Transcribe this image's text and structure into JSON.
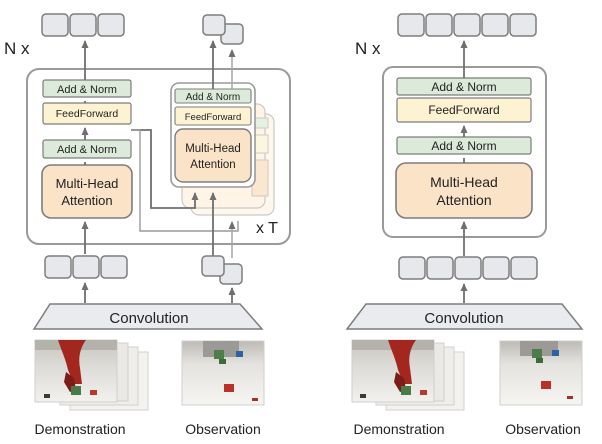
{
  "left": {
    "repeat_label": "N x",
    "inner_repeat_label": "x T",
    "add_norm_top": "Add & Norm",
    "feed_forward": "FeedForward",
    "add_norm_bottom": "Add & Norm",
    "attention": [
      "Multi-Head",
      "Attention"
    ],
    "inner_add_norm": "Add & Norm",
    "inner_feed_forward": "FeedForward",
    "inner_attention": [
      "Multi-Head",
      "Attention"
    ],
    "convolution": "Convolution",
    "demo_caption": "Demonstration",
    "obs_caption": "Observation"
  },
  "right": {
    "repeat_label": "N x",
    "add_norm_top": "Add & Norm",
    "feed_forward": "FeedForward",
    "add_norm_bottom": "Add & Norm",
    "attention": [
      "Multi-Head",
      "Attention"
    ],
    "convolution": "Convolution",
    "demo_caption": "Demonstration",
    "obs_caption": "Observation"
  },
  "colors": {
    "add_norm_fill": "#dcebd9",
    "feed_forward_fill": "#fdf3d2",
    "attention_fill": "#fbe3c8",
    "token_fill": "#e6e8ec",
    "conv_fill": "#e9ebef",
    "stroke": "#7d7d7d",
    "arrow": "#6f6f6f",
    "robot_red": "#a3261f"
  }
}
